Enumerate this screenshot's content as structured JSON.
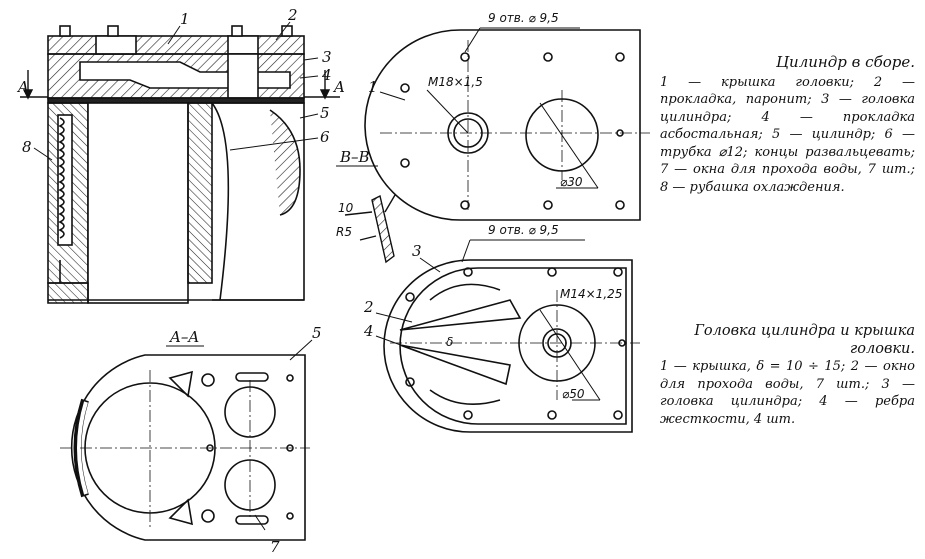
{
  "labels": {
    "n1": "1",
    "n2": "2",
    "n3": "3",
    "n4": "4",
    "n5": "5",
    "n6": "6",
    "n7": "7",
    "n8": "8",
    "sectionA_left": "A",
    "sectionA_right": "A",
    "sectionAA": "A–A",
    "sectionBB": "B–B",
    "dim10": "10",
    "dimR5": "R5"
  },
  "top_plate": {
    "holes": "9 отв. ⌀ 9,5",
    "thread": "M18×1,5",
    "dia": "⌀30",
    "n1": "1"
  },
  "head_plate": {
    "holes": "9 отв. ⌀ 9,5",
    "thread": "M14×1,25",
    "dia": "⌀50",
    "delta": "δ",
    "n2": "2",
    "n3": "3",
    "n4": "4"
  },
  "caption_assembly": {
    "title": "Цилиндр в сборе.",
    "body": "1 — крышка головки; 2 — прокладка, паронит; 3 — головка цилиндра; 4 — прокладка асбостальная; 5 — цилиндр; 6 — трубка ⌀12; концы развальцевать; 7 — окна для прохода воды, 7 шт.; 8 — рубашка охлаждения."
  },
  "caption_head": {
    "title": "Головка цилиндра и крышка головки.",
    "body": "1 — крышка, δ = 10 ÷ 15; 2 — окно для прохода воды, 7 шт.; 3 — головка цилиндра; 4 — ребра жесткости, 4 шт."
  }
}
